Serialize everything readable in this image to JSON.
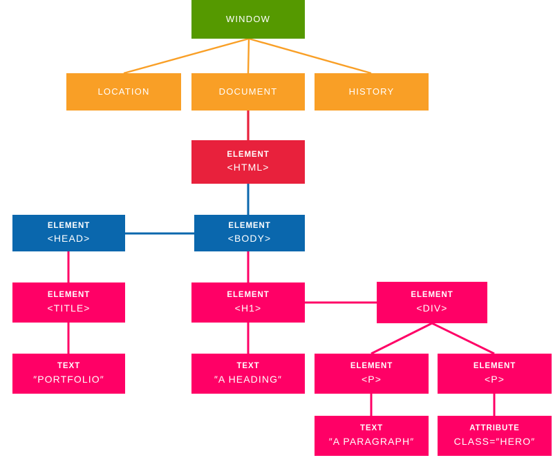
{
  "diagram": {
    "title": "DOM tree diagram",
    "background": "#ffffff",
    "colors": {
      "window": "#559900",
      "bom": "#f99f26",
      "html_element": "#e8213c",
      "head_body": "#0a67ad",
      "dom_pink": "#ff0066",
      "label_text": "#ffffff"
    }
  },
  "nodes": {
    "window": {
      "kind": "WINDOW",
      "tag": ""
    },
    "location": {
      "kind": "LOCATION",
      "tag": ""
    },
    "document": {
      "kind": "DOCUMENT",
      "tag": ""
    },
    "history": {
      "kind": "HISTORY",
      "tag": ""
    },
    "html": {
      "kind": "ELEMENT",
      "tag": "<HTML>"
    },
    "head": {
      "kind": "ELEMENT",
      "tag": "<HEAD>"
    },
    "body": {
      "kind": "ELEMENT",
      "tag": "<BODY>"
    },
    "title": {
      "kind": "ELEMENT",
      "tag": "<TITLE>"
    },
    "h1": {
      "kind": "ELEMENT",
      "tag": "<H1>"
    },
    "div": {
      "kind": "ELEMENT",
      "tag": "<DIV>"
    },
    "portfolio": {
      "kind": "TEXT",
      "tag": "″PORTFOLIO″"
    },
    "heading": {
      "kind": "TEXT",
      "tag": "″A HEADING″"
    },
    "p1": {
      "kind": "ELEMENT",
      "tag": "<P>"
    },
    "p2": {
      "kind": "ELEMENT",
      "tag": "<P>"
    },
    "paragraph": {
      "kind": "TEXT",
      "tag": "″A PARAGRAPH″"
    },
    "attribute": {
      "kind": "ATTRIBUTE",
      "tag": "CLASS=″HERO″"
    }
  }
}
